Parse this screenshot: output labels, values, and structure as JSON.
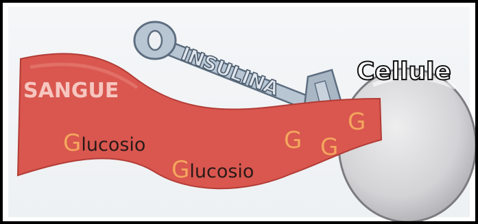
{
  "labels": {
    "blood": "SANGUE",
    "key": "INSULINA",
    "cell": "Cellule",
    "glucose_1_initial": "G",
    "glucose_1_rest": "lucosio",
    "glucose_2_initial": "G",
    "glucose_2_rest": "lucosio",
    "g_1": "G",
    "g_2": "G",
    "g_3": "G"
  },
  "colors": {
    "blood": "#d9574f",
    "blood_dark": "#b23c36",
    "blood_label": "#f6c6bf",
    "glucose_initial": "#f4a65e",
    "key_fill": "#b8c6d4",
    "key_stroke": "#5d6e80",
    "cell_fill": "#d6d6d8",
    "cell_stroke": "#7c7c80",
    "cell_label_fill": "#ffffff",
    "cell_label_stroke": "#111111"
  },
  "icons": {
    "key": "key-icon",
    "cell": "cell-icon",
    "vessel": "blood-vessel"
  }
}
